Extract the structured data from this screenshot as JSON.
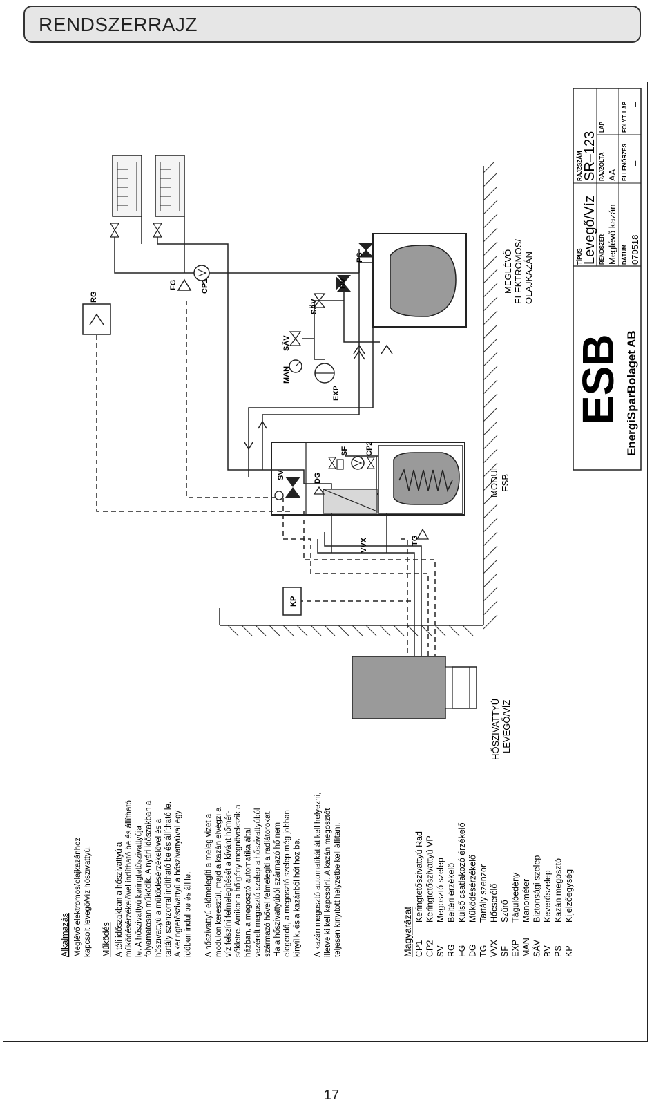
{
  "header": {
    "title": "RENDSZERRAJZ"
  },
  "page_number": "17",
  "application": {
    "heading": "Alkalmazás",
    "lines": [
      "Meglévő elektromos/olajkazánhoz",
      "kapcsolt levegő/víz hőszivattyú."
    ]
  },
  "operation": {
    "heading": "Működés",
    "paragraph1": [
      "A téli időszakban a hőszivattyú a",
      "működésérzékelővel indítható be és állítható",
      "le. A hőszivattyú keringtetőszivattyúja",
      "folyamatosan működik. A nyári időszakban a",
      "hőszivattyú a működésérzékelővel és a",
      "tartály szenzorral indítható be és állítható le.",
      "A keringtetőszivattyú a hőszivattyúval egy",
      "időben indul be és áll le."
    ],
    "paragraph2": [
      "A hőszivattyú előmelegíti a meleg vizet a",
      "modulon keresztül, majd a kazán elvégzi a",
      "víz felszíni felmelegítését a kívánt hőmér-",
      "sékletre. Amikor a hőigény megnövekszik a",
      "házban, a megosztó automatika által",
      "vezérelt megosztó szelep a hőszivattyúból",
      "származó hővel felmelegíti a radiátorokat.",
      "Ha a hőszivattyúból származó hő nem",
      "elegendő, a megosztó szelep még jobban",
      "kinyílik, és a kazánból hőt hoz be."
    ],
    "paragraph3": [
      "A kazán megosztó automatikát át kell helyezni,",
      "illetve ki kell kapcsolni. A kazán megosztót",
      "teljesen kinyitott helyzetbe kell állítani."
    ]
  },
  "legend": {
    "heading": "Magyarázat",
    "items": [
      {
        "code": "CP1",
        "desc": "Keringtetőszivattyú   Rad"
      },
      {
        "code": "CP2",
        "desc": "Keringtetőszivattyú   VP"
      },
      {
        "code": "SV",
        "desc": "Megosztó szelep"
      },
      {
        "code": "RG",
        "desc": "Beltéri érzékelő"
      },
      {
        "code": "FG",
        "desc": "Külső csatlakozó érzékelő"
      },
      {
        "code": "DG",
        "desc": "Működésérzékelő"
      },
      {
        "code": "TG",
        "desc": "Tartály szenzor"
      },
      {
        "code": "VVX",
        "desc": "Hőcserélő"
      },
      {
        "code": "SF",
        "desc": "Szűrő"
      },
      {
        "code": "EXP",
        "desc": "Tágulóedény"
      },
      {
        "code": "MAN",
        "desc": "Manométer"
      },
      {
        "code": "SÄV",
        "desc": "Biztonsági szelep"
      },
      {
        "code": "BV",
        "desc": "Keverőszelep"
      },
      {
        "code": "PS",
        "desc": "Kazán megosztó"
      },
      {
        "code": "KP",
        "desc": "Kijelzőegység"
      }
    ]
  },
  "diagram_labels": {
    "rg": "RG",
    "fg": "FG",
    "cp1": "CP1",
    "ps": "PS",
    "bv": "BV",
    "sav": "SÄV",
    "man": "MAN",
    "sav2": "SÄV",
    "exp": "EXP",
    "sf": "SF",
    "cp2": "CP2",
    "sv": "SV",
    "dg": "DG",
    "vvx": "VVX",
    "tg": "TG",
    "kp": "KP",
    "boiler_line1": "MEGLÉVŐ",
    "boiler_line2": "ELEKTROMOS/",
    "boiler_line3": "OLAJKAZÁN",
    "module_line1": "MODUL",
    "module_line2": "ESB",
    "heatpump_line1": "HŐSZIVATTYÚ",
    "heatpump_line2": "LEVEGŐ/VÍZ"
  },
  "title_block": {
    "logo": "ESB",
    "company": "EnergiSparBolaget AB",
    "tipus_label": "TÍPUS",
    "tipus_value": "Levegő/Víz",
    "rajzszam_label": "RAJZSZÁM",
    "rajzszam_value": "SR–123",
    "rendszer_label": "RENDSZER",
    "rendszer_value": "Meglévő kazán",
    "rajzolta_label": "RAJZOLTA",
    "rajzolta_value": "AA",
    "lap_label": "LAP",
    "lap_value": "–",
    "datum_label": "DÁTUM",
    "datum_value": "070518",
    "ellenorzes_label": "ELLENŐRZÉS",
    "ellenorzes_value": "–",
    "folyt_label": "FOLYT. LAP",
    "folyt_value": "–"
  }
}
